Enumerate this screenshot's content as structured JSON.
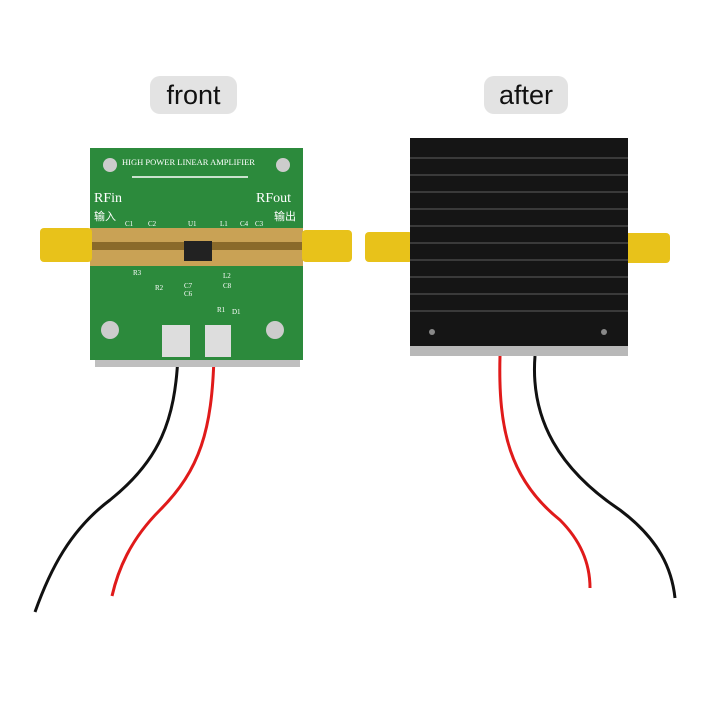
{
  "labels": {
    "front": "front",
    "after": "after"
  },
  "pcb": {
    "title": "HIGH POWER LINEAR AMPLIFIER",
    "rf_in": "RFin",
    "rf_in_cn": "输入",
    "rf_out": "RFout",
    "rf_out_cn": "输出",
    "components": [
      "C1",
      "C2",
      "U1",
      "L1",
      "C4",
      "C3",
      "R3",
      "R2",
      "C7",
      "C6",
      "L2",
      "C8",
      "R1",
      "D1"
    ]
  },
  "colors": {
    "pcb": "#2c8a3c",
    "heatsink": "#151515",
    "gold": "#e8c21a",
    "red_wire": "#e01a1a",
    "black_wire": "#111111",
    "pill": "#e3e3e3"
  }
}
